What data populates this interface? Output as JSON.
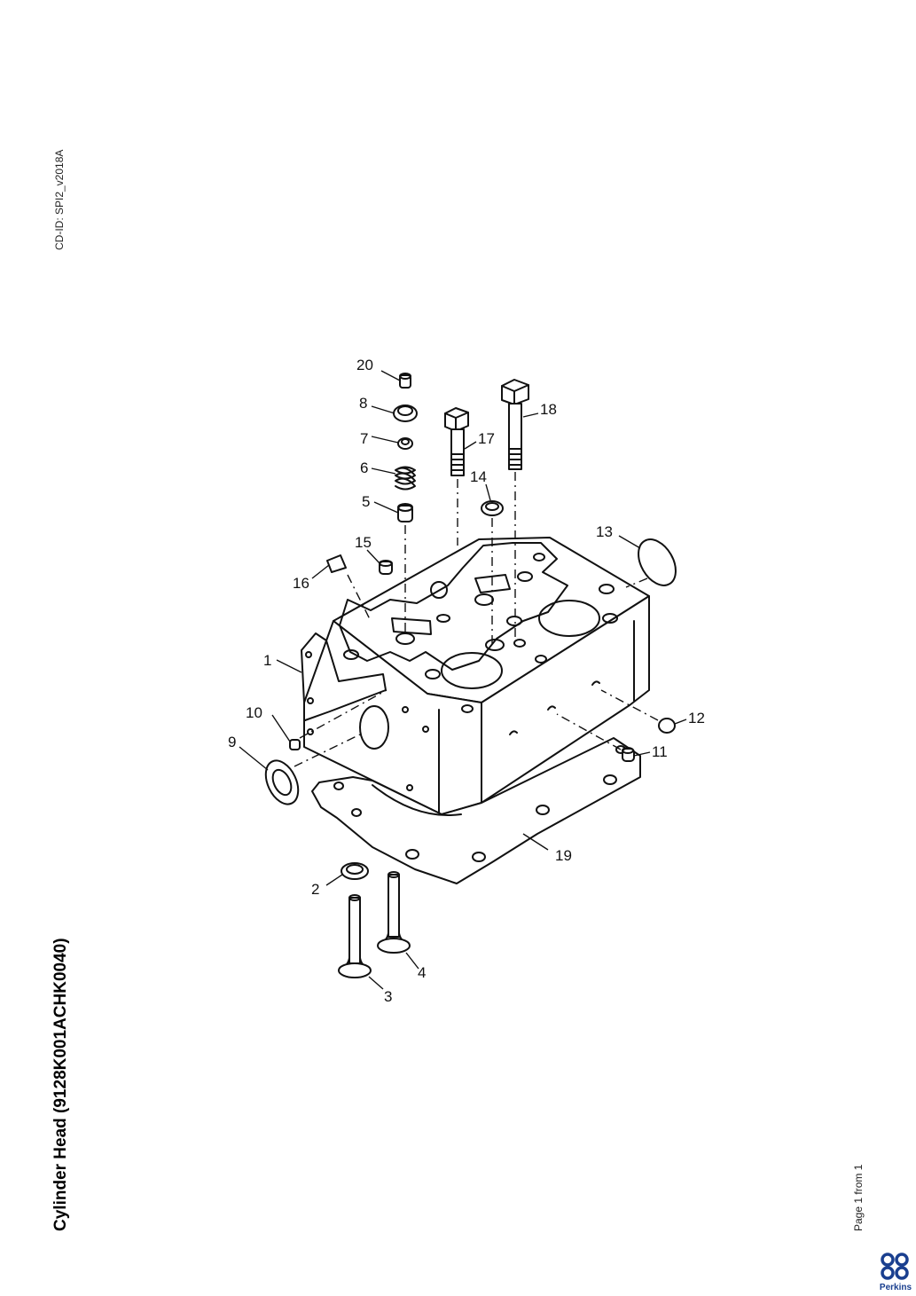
{
  "header": {
    "cd_id": "CD-ID: SPI2_v2018A"
  },
  "document": {
    "title": "Cylinder Head (9128K001ACHK0040)"
  },
  "footer": {
    "page_info": "Page 1 from 1",
    "brand": "Perkins"
  },
  "diagram": {
    "callouts": [
      "1",
      "2",
      "3",
      "4",
      "5",
      "6",
      "7",
      "8",
      "9",
      "10",
      "11",
      "12",
      "13",
      "14",
      "15",
      "16",
      "17",
      "18",
      "19",
      "20"
    ]
  },
  "colors": {
    "line": "#111111",
    "brand": "#1a3f8f"
  }
}
